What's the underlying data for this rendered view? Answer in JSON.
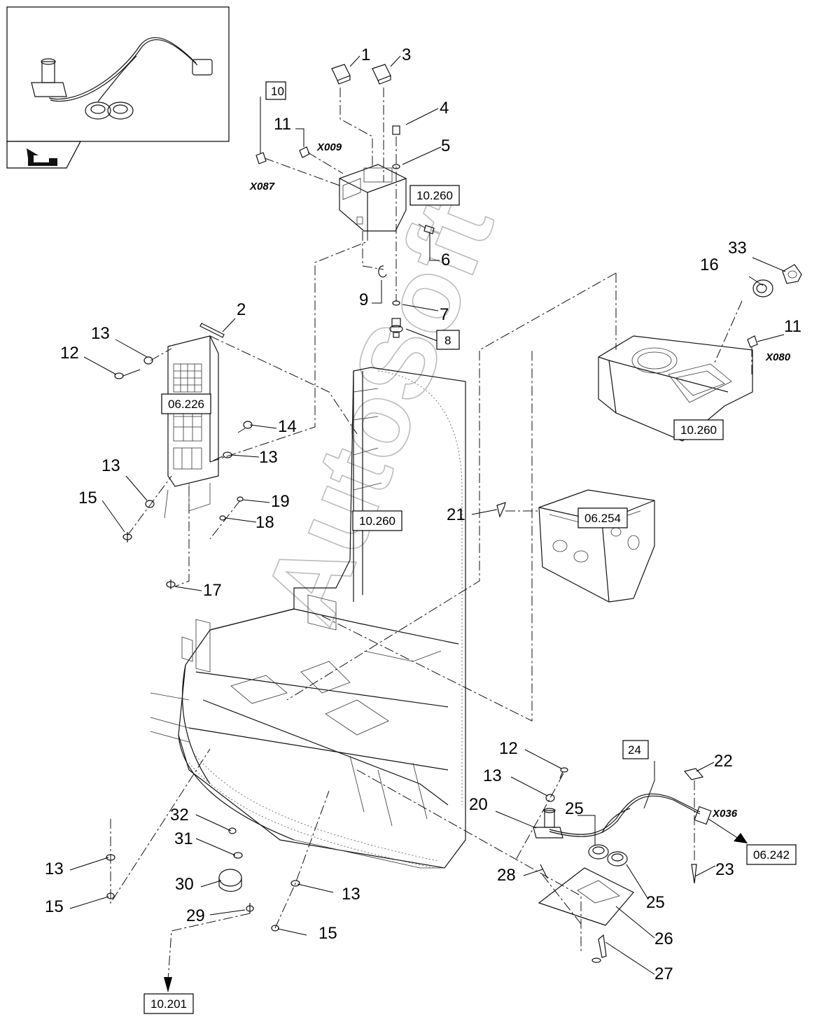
{
  "callouts": {
    "c1": "1",
    "c3": "3",
    "c4": "4",
    "c5": "5",
    "c6": "6",
    "c7": "7",
    "c9": "9",
    "c11a": "11",
    "c11b": "11",
    "c16": "16",
    "c33": "33",
    "c2": "2",
    "c13a": "13",
    "c12a": "12",
    "c14": "14",
    "c13b": "13",
    "c13c": "13",
    "c15a": "15",
    "c19": "19",
    "c18": "18",
    "c17": "17",
    "c21": "21",
    "c12b": "12",
    "c13d": "13",
    "c20": "20",
    "c25a": "25",
    "c22": "22",
    "c28": "28",
    "c23": "23",
    "c25b": "25",
    "c26": "26",
    "c27": "27",
    "c32": "32",
    "c31": "31",
    "c30": "30",
    "c29": "29",
    "c13e": "13",
    "c15b": "15",
    "c13f": "13",
    "c15c": "15"
  },
  "boxed_refs": {
    "b10": "10",
    "b8": "8",
    "b24": "24",
    "r10260_top": "10.260",
    "r10260_right": "10.260",
    "r10260_mid": "10.260",
    "r06226": "06.226",
    "r06254": "06.254",
    "r06242": "06.242",
    "r10201": "10.201"
  },
  "connectors": {
    "x009": "X009",
    "x087": "X087",
    "x080": "X080",
    "x036": "X036"
  },
  "watermark": "AutoSoft",
  "icons": [
    "harness-thumbnail-icon",
    "navigation-arrow-icon"
  ]
}
